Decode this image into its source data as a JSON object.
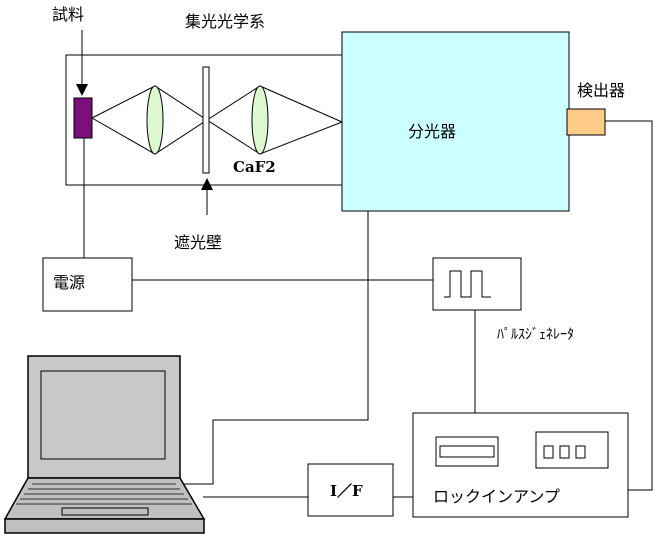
{
  "labels": {
    "sample": "試料",
    "optics": "集光光学系",
    "shield": "遮光壁",
    "lens_material": "CaF2",
    "spectrometer": "分光器",
    "detector": "検出器",
    "power_supply": "電源",
    "pulse_generator": "ﾊﾟﾙｽｼﾞｪﾈﾚｰﾀ",
    "lockin_amp": "ロックインアンプ",
    "interface": "I／F"
  },
  "colors": {
    "sample_block": "#7b0f7b",
    "lens_fill": "#ddf7cf",
    "spectrometer_fill": "#ccffff",
    "detector_fill": "#ffcc88",
    "computer_screen": "#c8c8c8",
    "computer_body": "#c0c0c0"
  }
}
